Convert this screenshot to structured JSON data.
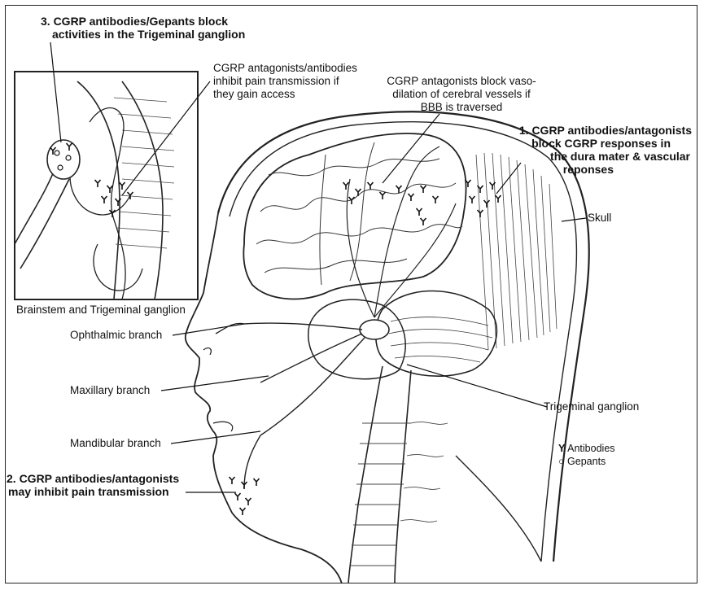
{
  "labels": {
    "callout_3": [
      "3. CGRP antibodies/Gepants block",
      "activities in the Trigeminal ganglion"
    ],
    "inset_pain": [
      "CGRP antagonists/antibodies",
      "inhibit pain transmission if",
      "they gain access"
    ],
    "vaso": [
      "CGRP antagonists block vaso-",
      "dilation of  cerebral vessels if",
      "BBB is traversed"
    ],
    "callout_1": [
      "1. CGRP antibodies/antagonists",
      "block CGRP responses in",
      "the dura mater & vascular",
      "reponses"
    ],
    "skull": "Skull",
    "inset_caption": "Brainstem and Trigeminal ganglion",
    "ophthalmic": "Ophthalmic branch",
    "maxillary": "Maxillary branch",
    "mandibular": "Mandibular branch",
    "trigeminal": "Trigeminal ganglion",
    "callout_2": [
      "2. CGRP antibodies/antagonists",
      "may inhibit pain transmission"
    ]
  },
  "legend": {
    "antibodies": {
      "symbol": "Y",
      "label": "Antibodies"
    },
    "gepants": {
      "symbol": "○",
      "label": "Gepants"
    }
  }
}
